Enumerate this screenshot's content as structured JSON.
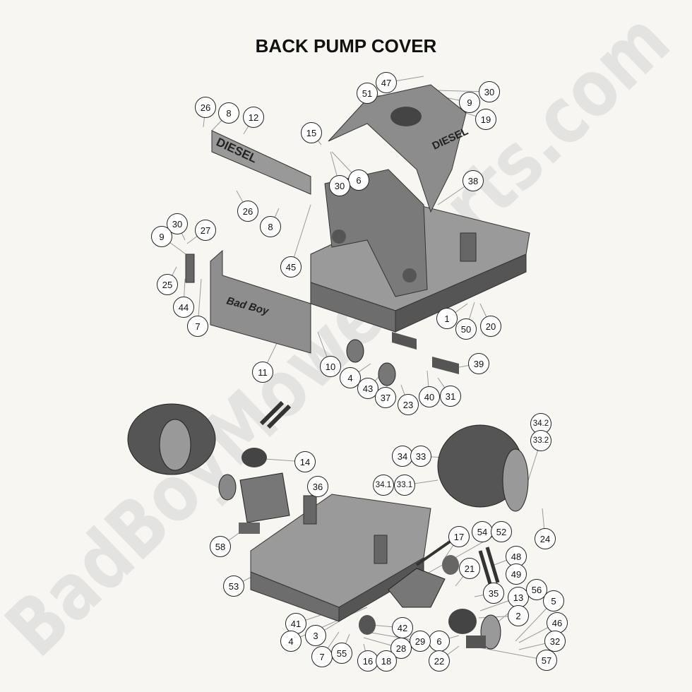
{
  "title": "BACK PUMP COVER",
  "watermark": "BadBoyMowerParts.com",
  "colors": {
    "background": "#f7f6f3",
    "part": "#8a8a8a",
    "part_dark": "#4a4a4a",
    "leader": "#888888"
  },
  "callouts_upper": [
    "47",
    "51",
    "30",
    "9",
    "19",
    "26",
    "8",
    "12",
    "15",
    "6",
    "30",
    "38",
    "26",
    "8",
    "30",
    "27",
    "9",
    "45",
    "25",
    "44",
    "7",
    "1",
    "50",
    "20",
    "11",
    "10",
    "4",
    "43",
    "37",
    "23",
    "40",
    "31",
    "39"
  ],
  "callouts_lower": [
    "14",
    "36",
    "58",
    "53",
    "34",
    "33",
    "34.2",
    "33.2",
    "34.1",
    "33.1",
    "24",
    "17",
    "54",
    "52",
    "48",
    "49",
    "21",
    "35",
    "13",
    "56",
    "5",
    "2",
    "46",
    "32",
    "57",
    "6",
    "22",
    "41",
    "3",
    "4",
    "42",
    "29",
    "28",
    "7",
    "55",
    "16",
    "18"
  ],
  "decals": {
    "diesel": "DIESEL",
    "logo": "Bad Boy"
  }
}
